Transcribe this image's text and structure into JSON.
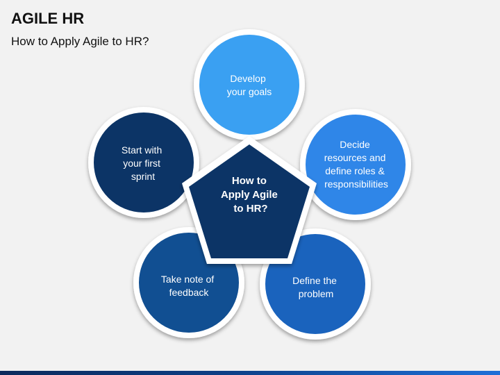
{
  "header": {
    "title": "AGILE HR",
    "subtitle": "How to Apply Agile to HR?"
  },
  "diagram": {
    "center": {
      "lines": [
        "How to",
        "Apply Agile",
        "to HR?"
      ],
      "color": "#0c3466"
    },
    "petals": [
      {
        "id": "develop-goals",
        "lines": [
          "Develop",
          "your goals"
        ],
        "color": "#3aa0f2"
      },
      {
        "id": "decide-resources",
        "lines": [
          "Decide",
          "resources and",
          "define roles &",
          "responsibilities"
        ],
        "color": "#2f86e8"
      },
      {
        "id": "define-problem",
        "lines": [
          "Define the",
          "problem"
        ],
        "color": "#1a63bd"
      },
      {
        "id": "take-note-feedback",
        "lines": [
          "Take note of",
          "feedback"
        ],
        "color": "#114f92"
      },
      {
        "id": "start-first-sprint",
        "lines": [
          "Start with",
          "your first",
          "sprint"
        ],
        "color": "#0c3466"
      }
    ]
  },
  "colors": {
    "background": "#f2f2f2",
    "text_light": "#ffffff",
    "outline": "#ffffff"
  }
}
